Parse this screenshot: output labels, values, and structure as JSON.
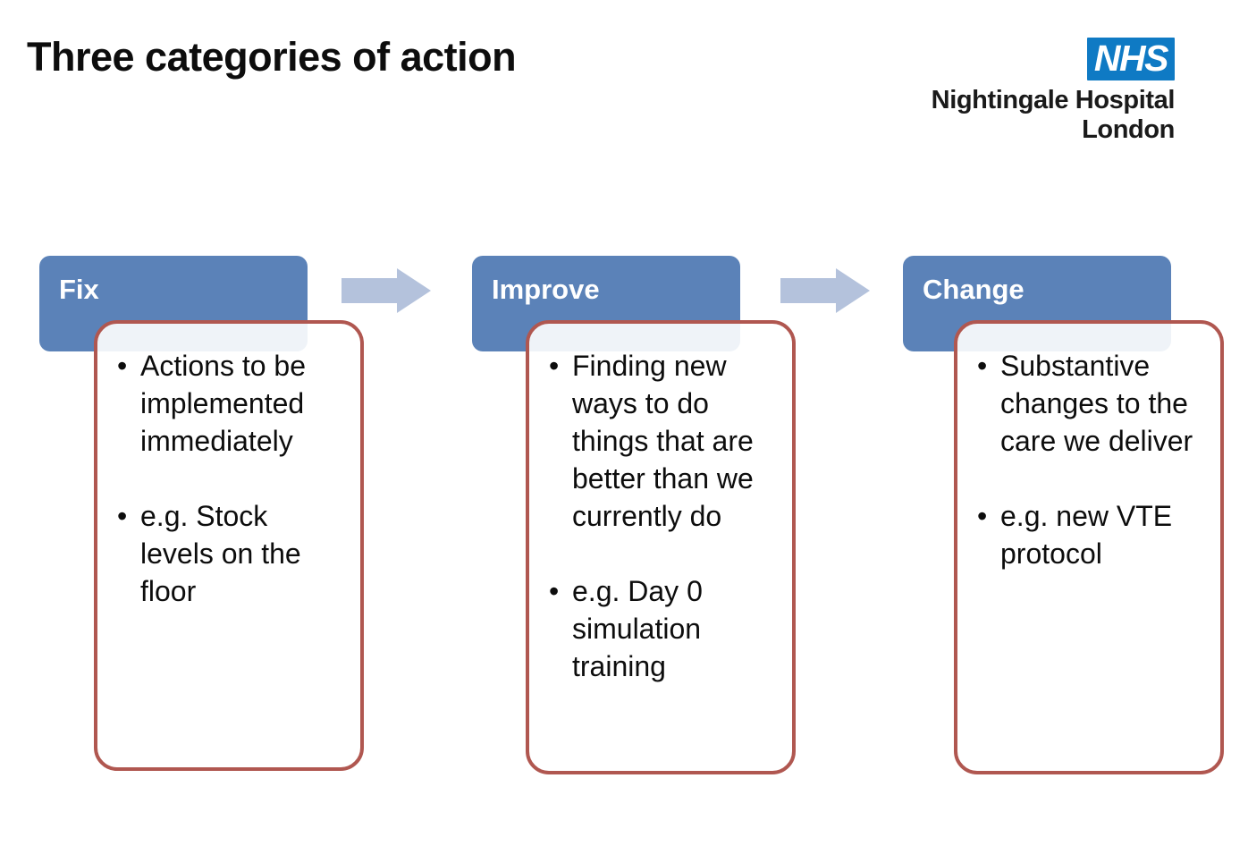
{
  "slide": {
    "title": "Three categories of action"
  },
  "logo": {
    "badge_text": "NHS",
    "name_line_1": "Nightingale Hospital",
    "name_line_2": "London",
    "badge_color": "#0f7ac4",
    "text_color": "#1a1a1a"
  },
  "colors": {
    "header_blue": "#5b82b8",
    "body_border_red": "#b05750",
    "arrow_grey_blue": "#b4c2dc",
    "body_overlap_tint": "#eceef4",
    "text_black": "#0d0d0d"
  },
  "arrows": [
    {
      "name": "arrow-fix-to-improve",
      "glyph": "right-arrow"
    },
    {
      "name": "arrow-improve-to-change",
      "glyph": "right-arrow"
    }
  ],
  "stages": [
    {
      "id": "fix",
      "header": "Fix",
      "bullets": [
        "Actions to be implemented immediately",
        "e.g. Stock levels on the floor"
      ]
    },
    {
      "id": "improve",
      "header": "Improve",
      "bullets": [
        "Finding new ways to do things that are better than we currently do",
        "e.g. Day 0 simulation training"
      ]
    },
    {
      "id": "change",
      "header": "Change",
      "bullets": [
        "Substantive changes to the care we deliver",
        "e.g. new VTE protocol"
      ]
    }
  ]
}
